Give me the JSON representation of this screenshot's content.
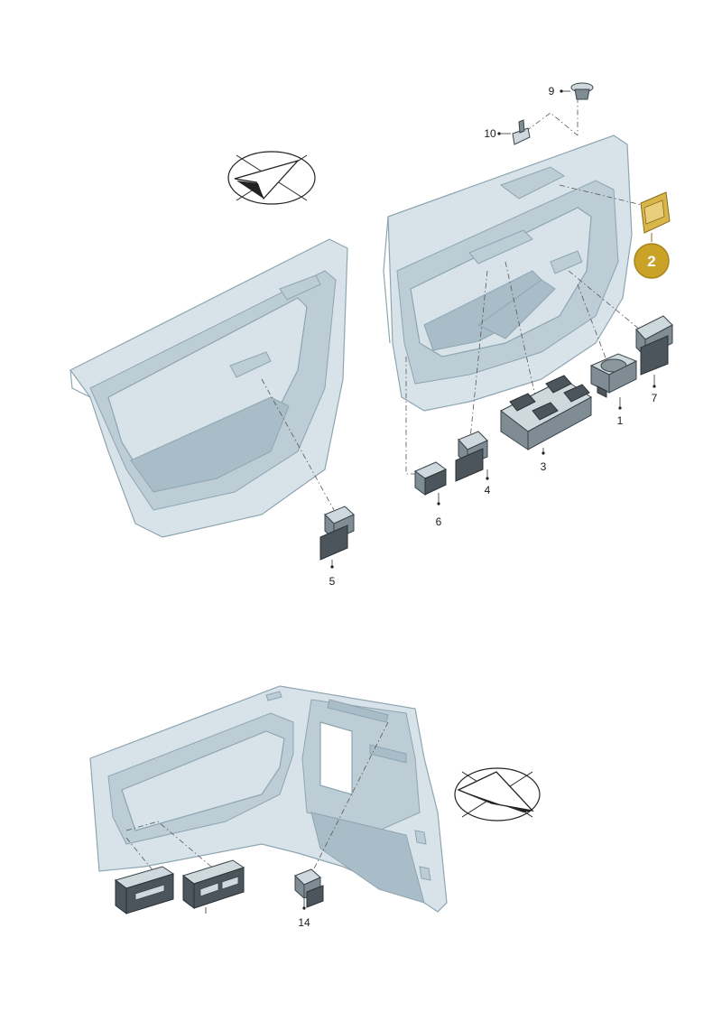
{
  "diagram": {
    "callouts": {
      "c1": "1",
      "c2": "2",
      "c3": "3",
      "c4": "4",
      "c5": "5",
      "c6": "6",
      "c7": "7",
      "c9": "9",
      "c10": "10",
      "c14": "14"
    },
    "highlight_color": "#c9a227",
    "orientation_icon": "direction-arrow-icon"
  }
}
